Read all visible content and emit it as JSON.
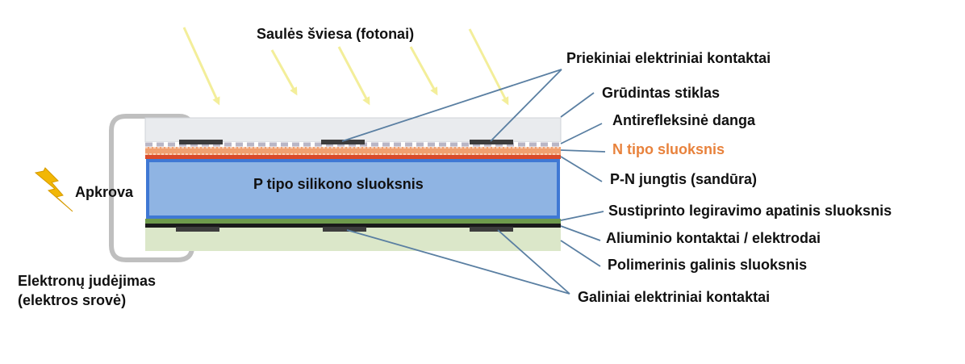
{
  "labels": {
    "sunlight": "Saulės šviesa (fotonai)",
    "front_contacts": "Priekiniai elektriniai kontaktai",
    "glass": "Grūdintas stiklas",
    "antireflective": "Antirefleksinė danga",
    "n_layer": "N tipo sluoksnis",
    "pn_junction": "P-N jungtis (sandūra)",
    "p_layer": "P tipo silikono sluoksnis",
    "bsf_layer": "Sustiprinto legiravimo apatinis sluoksnis",
    "al_contacts": "Aliuminio kontaktai / elektrodai",
    "polymer_back": "Polimerinis galinis sluoksnis",
    "back_contacts": "Galiniai elektriniai kontaktai",
    "load": "Apkrova",
    "electron_flow_line1": "Elektronų judėjimas",
    "electron_flow_line2": "(elektros srovė)"
  },
  "colors": {
    "sun_ray": "#f3ee9a",
    "glass": "#e9ebee",
    "n_layer": "#f0a070",
    "n_layer_accent": "#e8823c",
    "pn_junction": "#d94a2a",
    "p_layer_fill": "#8fb4e3",
    "p_layer_border": "#3f78d4",
    "bsf_layer": "#6e9a4c",
    "aluminium": "#1a1a1a",
    "polymer": "#dbe7c9",
    "contact": "#3d3d3d",
    "leader_line": "#5a7fa2",
    "circuit_wire": "#bfbfbf",
    "lightning": "#f2b705"
  }
}
